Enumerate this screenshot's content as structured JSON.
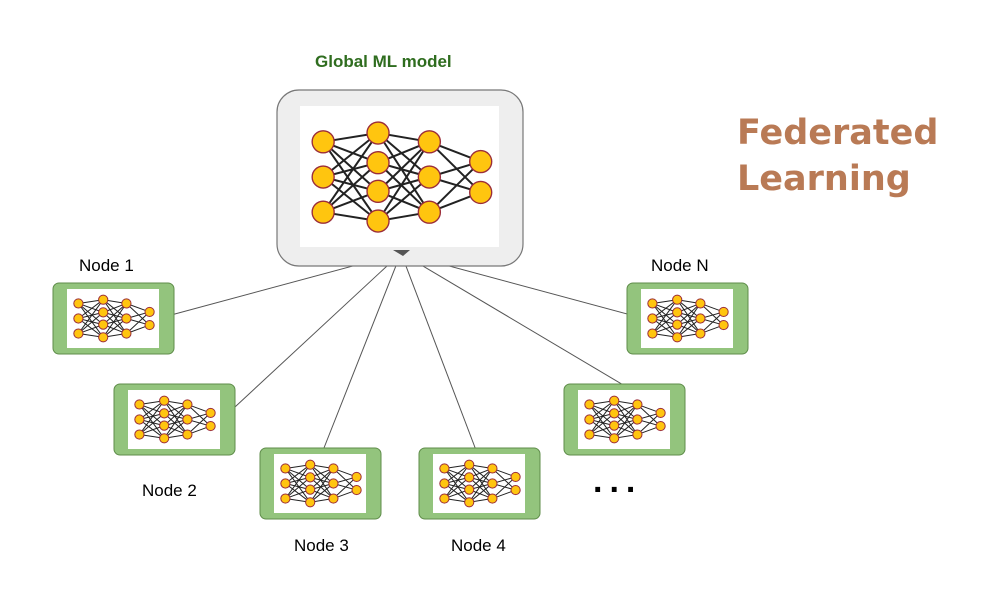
{
  "global_model": {
    "title": "Global ML model"
  },
  "headline": {
    "line1": "Federated",
    "line2": "Learning"
  },
  "nodes": [
    {
      "label": "Node 1"
    },
    {
      "label": "Node 2"
    },
    {
      "label": "Node 3"
    },
    {
      "label": "Node 4"
    },
    {
      "label": "Node N"
    }
  ],
  "ellipsis": "...",
  "network": {
    "layers": [
      3,
      4,
      3,
      2
    ]
  },
  "colors": {
    "title_green": "#2f6d1f",
    "headline_brown": "#b97a55",
    "node_fill": "#ffc50f",
    "node_stroke": "#9b2d3a",
    "edge": "#222222",
    "client_frame": "#93c47d",
    "client_frame_border": "#5f8d4a",
    "server_frame": "#eeeeee",
    "server_frame_border": "#777777",
    "link": "#555555"
  }
}
